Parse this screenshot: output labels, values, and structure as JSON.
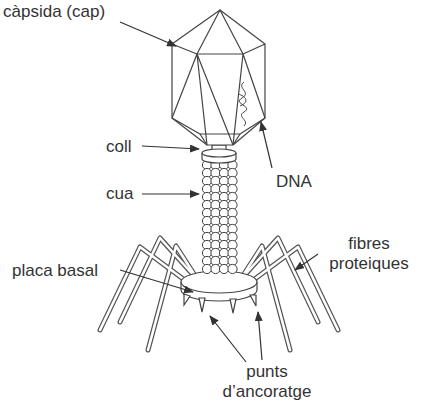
{
  "diagram": {
    "labels": [
      "càpsida (cap)",
      "coll",
      "cua",
      "DNA",
      "placa basal",
      "fibres proteiques",
      "punts d’ancoratge"
    ]
  }
}
